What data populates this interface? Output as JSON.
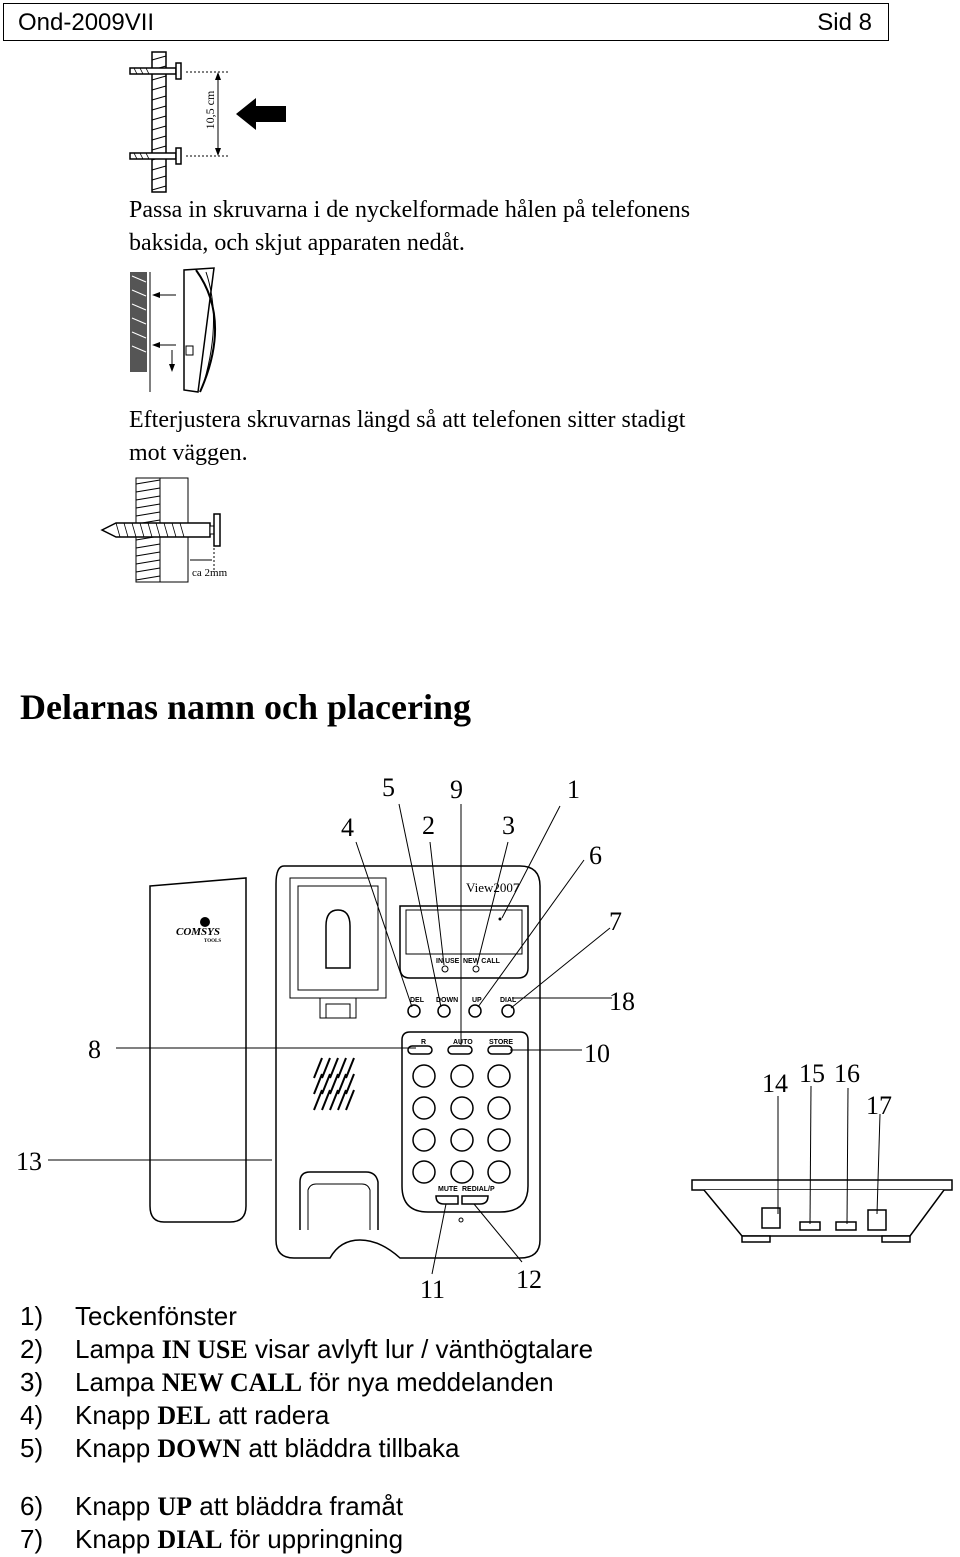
{
  "header": {
    "left": "Ond-2009VII",
    "right": "Sid 8"
  },
  "para1": [
    "Passa in skruvarna i de nyckelformade hålen på telefonens",
    "baksida, och skjut apparaten nedåt."
  ],
  "para2": [
    "Efterjustera skruvarnas längd så att telefonen sitter stadigt",
    "mot väggen."
  ],
  "fig1": {
    "dimension_label": "10,5 cm"
  },
  "fig3": {
    "dimension_label": "ca 2mm"
  },
  "heading": "Delarnas namn och placering",
  "phone": {
    "model": "View2007",
    "brand": "COMSYS",
    "brand_sub": "TOOLS",
    "lamp_labels": [
      "IN USE",
      "NEW CALL"
    ],
    "nav_labels": [
      "DEL",
      "DOWN",
      "UP",
      "DIAL"
    ],
    "func_labels": [
      "R",
      "AUTO",
      "STORE"
    ],
    "bottom_labels": [
      "MUTE",
      "REDIAL/P"
    ]
  },
  "callouts": [
    "1",
    "2",
    "3",
    "4",
    "5",
    "6",
    "7",
    "8",
    "9",
    "10",
    "11",
    "12",
    "13",
    "14",
    "15",
    "16",
    "17",
    "18"
  ],
  "parts": [
    {
      "num": "1)",
      "pre": "Teckenfönster",
      "bold": "",
      "post": ""
    },
    {
      "num": "2)",
      "pre": "Lampa ",
      "bold": "IN USE",
      "post": " visar avlyft lur / vänthögtalare"
    },
    {
      "num": "3)",
      "pre": "Lampa ",
      "bold": "NEW CALL",
      "post": " för nya meddelanden"
    },
    {
      "num": "4)",
      "pre": "Knapp ",
      "bold": "DEL",
      "post": " att radera"
    },
    {
      "num": "5)",
      "pre": "Knapp ",
      "bold": "DOWN",
      "post": " att bläddra tillbaka"
    },
    {
      "num": "6)",
      "pre": "Knapp ",
      "bold": "UP",
      "post": " att bläddra framåt"
    },
    {
      "num": "7)",
      "pre": "Knapp ",
      "bold": "DIAL",
      "post": " för uppringning"
    }
  ]
}
